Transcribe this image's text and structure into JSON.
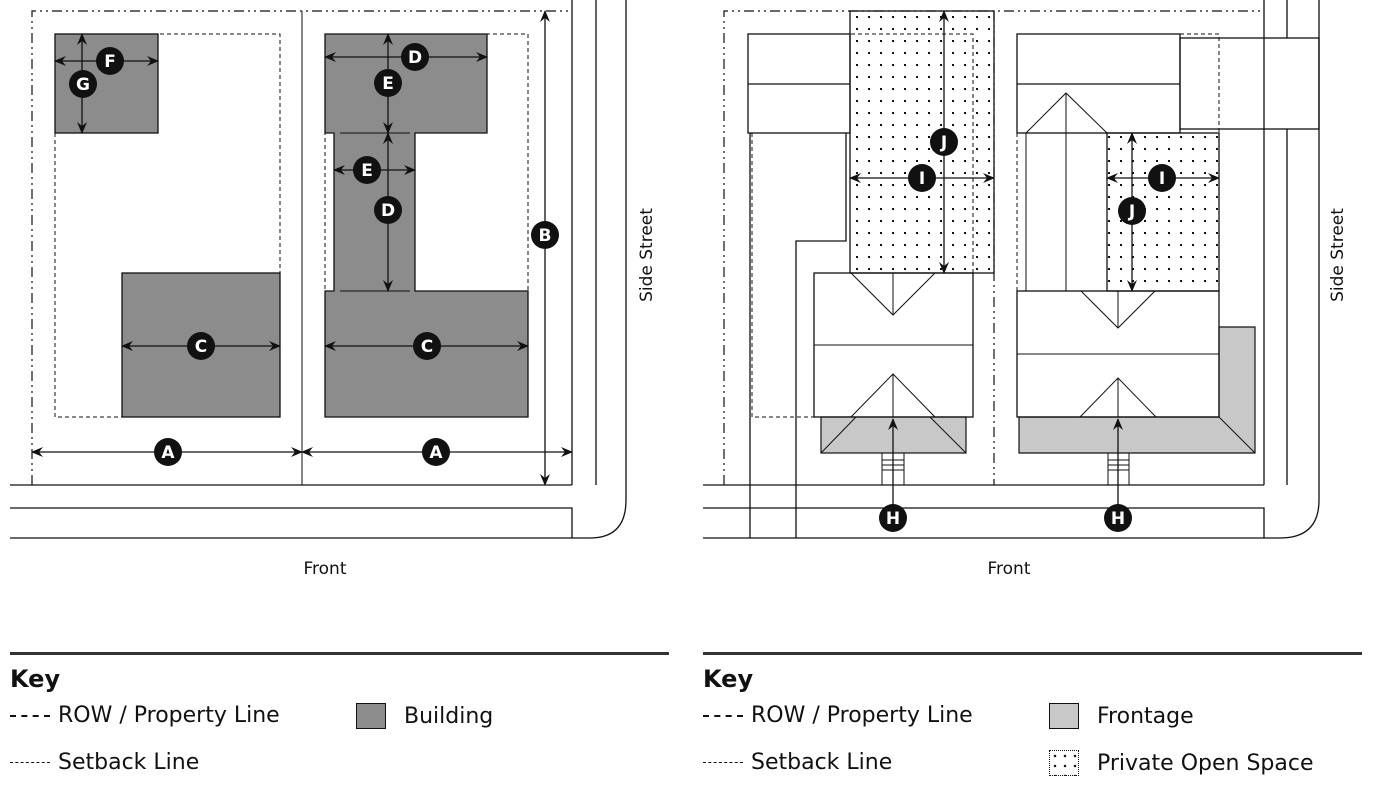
{
  "left_diagram": {
    "labels": {
      "A1": "A",
      "A2": "A",
      "B": "B",
      "C1": "C",
      "C2": "C",
      "D1": "D",
      "D2": "D",
      "E1": "E",
      "E2": "E",
      "F": "F",
      "G": "G"
    },
    "side_street": "Side Street",
    "front": "Front"
  },
  "right_diagram": {
    "labels": {
      "H1": "H",
      "H2": "H",
      "I1": "I",
      "I2": "I",
      "J1": "J",
      "J2": "J"
    },
    "side_street": "Side Street",
    "front": "Front"
  },
  "left_key": {
    "title": "Key",
    "items": [
      {
        "label": "ROW / Property Line"
      },
      {
        "label": "Building"
      },
      {
        "label": "Setback Line"
      }
    ]
  },
  "right_key": {
    "title": "Key",
    "items": [
      {
        "label": "ROW / Property Line"
      },
      {
        "label": "Frontage"
      },
      {
        "label": "Setback Line"
      },
      {
        "label": "Private Open Space"
      }
    ]
  },
  "colors": {
    "building": "#8c8c8c",
    "frontage": "#c8c8c8",
    "label": "#111111"
  }
}
